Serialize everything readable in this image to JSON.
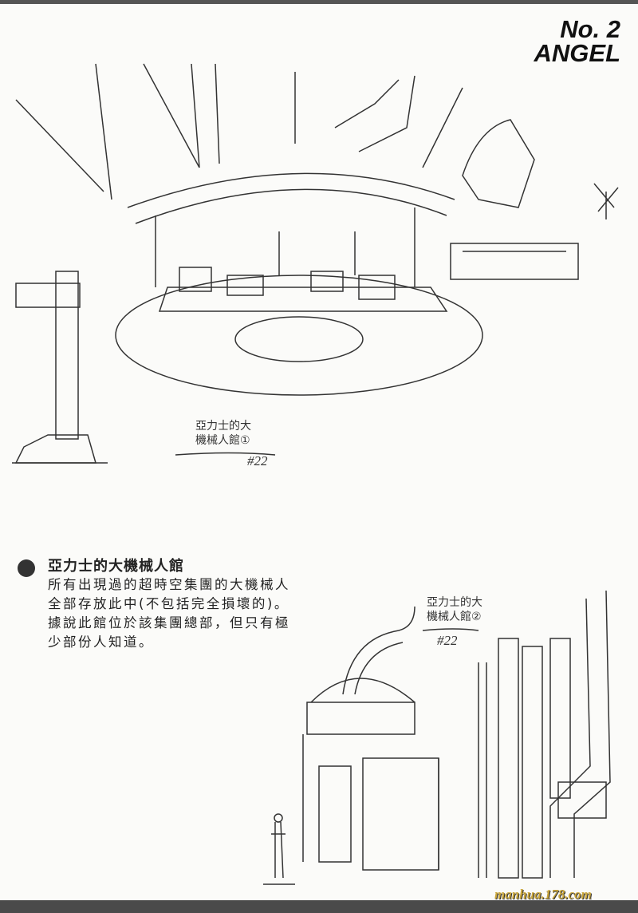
{
  "header": {
    "line1": "No. 2",
    "line2": "ANGEL"
  },
  "captions": [
    {
      "line1": "亞力士的大",
      "line2": "機械人館①",
      "number": "#22"
    },
    {
      "line1": "亞力士的大",
      "line2": "機械人館②",
      "number": "#22"
    }
  ],
  "section": {
    "title": "亞力士的大機械人館",
    "body": "所有出現過的超時空集團的大機械人全部存放此中(不包括完全損壞的)。據說此館位於該集團總部，但只有極少部份人知道。"
  },
  "watermark": "manhua.178.com"
}
